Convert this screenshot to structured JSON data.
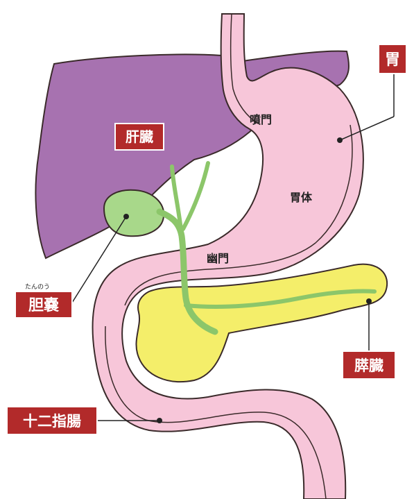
{
  "colors": {
    "liver": "#a772b0",
    "stomach": "#f7c6d9",
    "gallbladder": "#a8d88a",
    "duct": "#8cc66a",
    "pancreas": "#f4ee6a",
    "outline": "#3a2a2a",
    "label_bg": "#b22a2a",
    "label_text": "#ffffff"
  },
  "labels": {
    "stomach": "胃",
    "liver": "肝臓",
    "gallbladder": "胆嚢",
    "gallbladder_ruby": "たんのう",
    "pancreas": "膵臓",
    "duodenum": "十二指腸"
  },
  "regions": {
    "cardia": "噴門",
    "body": "胃体",
    "pylorus": "幽門"
  }
}
